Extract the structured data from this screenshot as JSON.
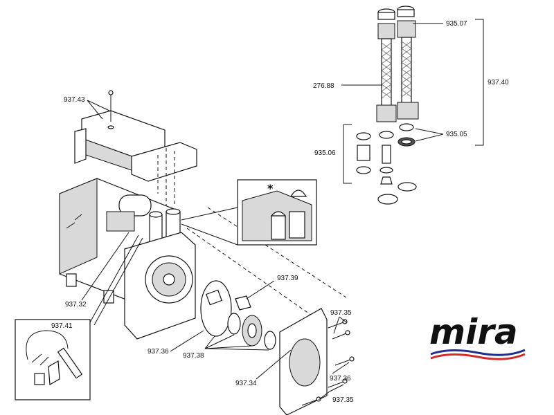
{
  "labels": {
    "l_935_07": "935.07",
    "l_276_88": "276.88",
    "l_937_40": "937.40",
    "l_935_05": "935.05",
    "l_935_06": "935.06",
    "l_937_43": "937.43",
    "l_937_32": "937.32",
    "l_937_39": "937.39",
    "l_937_35_top": "937.35",
    "l_937_41": "937.41",
    "l_937_36_left": "937.36",
    "l_937_38": "937.38",
    "l_937_36_right": "937.36",
    "l_937_34": "937.34",
    "l_937_35_bottom": "937.35"
  },
  "marker": "*",
  "logo": {
    "text": "mira",
    "wave_colors": [
      "#1f2f8f",
      "#d42a2a"
    ]
  }
}
